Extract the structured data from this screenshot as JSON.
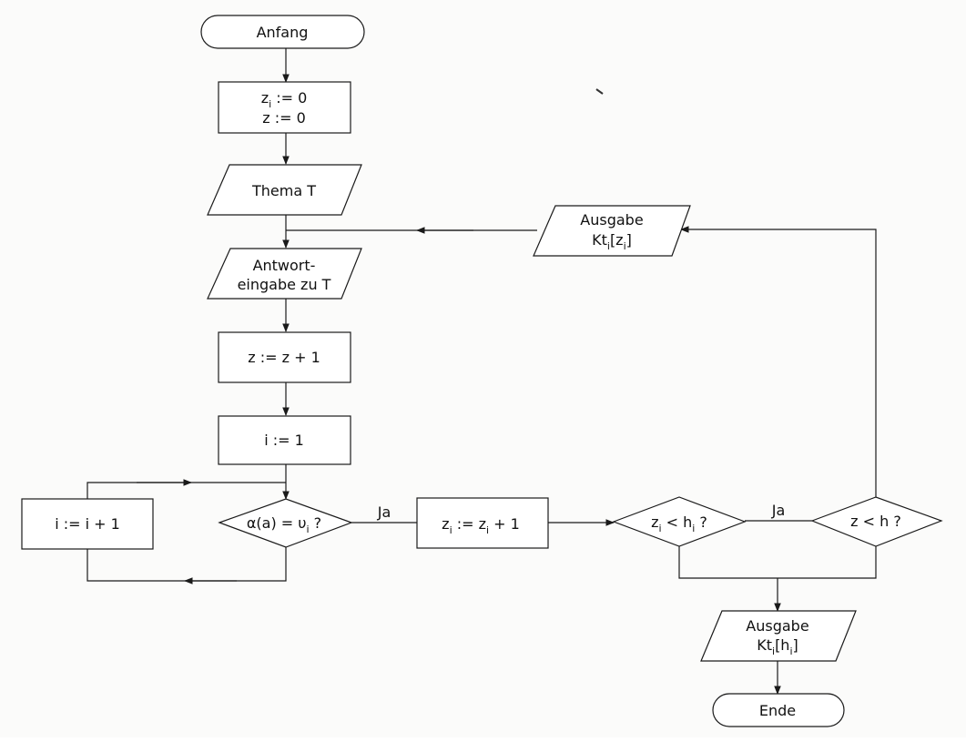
{
  "flowchart": {
    "start": "Anfang",
    "init_line1": "z",
    "init_line1_sub": "i",
    "init_line1_rest": " := 0",
    "init_line2": "z := 0",
    "theme_input": "Thema T",
    "answer_line1": "Antwort-",
    "answer_line2": "eingabe zu T",
    "increment_z": "z := z + 1",
    "set_i": "i := 1",
    "increment_i": "i := i + 1",
    "decision_alpha": "α(a) = υ",
    "decision_alpha_sub": "i",
    "decision_alpha_tail": " ?",
    "yes_label_1": "Ja",
    "increment_zi_a": "z",
    "increment_zi_sub": "i",
    "increment_zi_b": " := z",
    "increment_zi_sub2": "i",
    "increment_zi_c": " + 1",
    "decision_zi_a": "z",
    "decision_zi_sub": "i",
    "decision_zi_b": " < h",
    "decision_zi_sub2": "i",
    "decision_zi_c": " ?",
    "yes_label_2": "Ja",
    "decision_z": "z < h ?",
    "output_zi_line1": "Ausgabe",
    "output_zi_a": "Kt",
    "output_zi_sub": "i",
    "output_zi_b": "[z",
    "output_zi_sub2": "i",
    "output_zi_c": "]",
    "output_hi_line1": "Ausgabe",
    "output_hi_a": "Kt",
    "output_hi_sub": "i",
    "output_hi_b": "[h",
    "output_hi_sub2": "i",
    "output_hi_c": "]",
    "end": "Ende"
  }
}
